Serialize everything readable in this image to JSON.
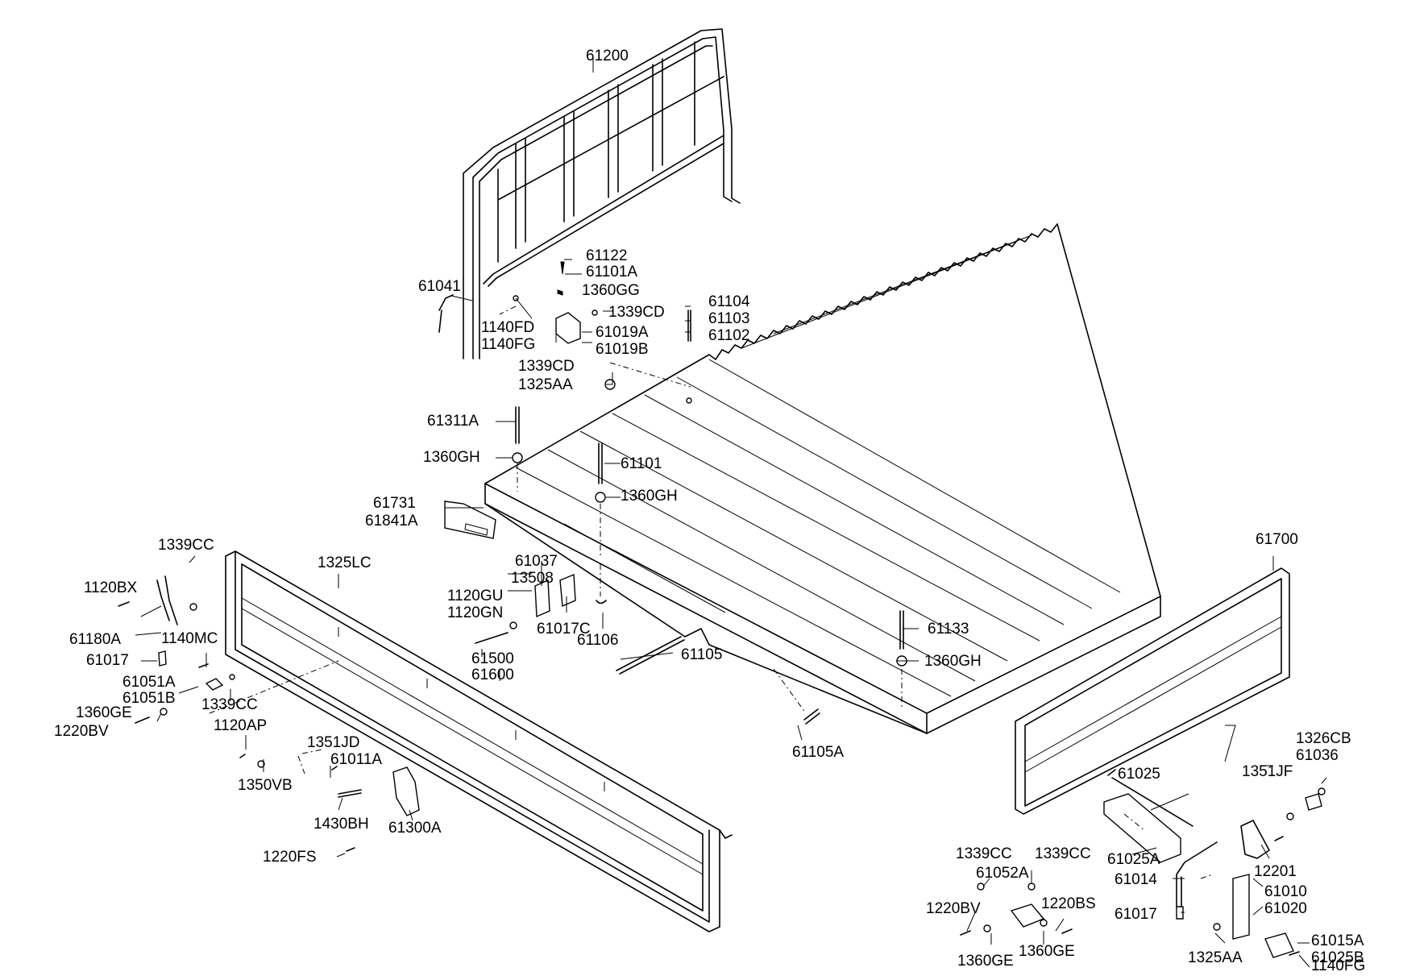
{
  "diagram": {
    "colors": {
      "line": "#000000",
      "background": "#ffffff"
    },
    "labels": [
      "61200",
      "61041",
      "61122",
      "61101A",
      "1360GG",
      "1140FD",
      "1140FG",
      "1339CD",
      "61019A",
      "61019B",
      "1339CD",
      "1325AA",
      "61104",
      "61103",
      "61102",
      "61311A",
      "1360GH",
      "61101",
      "1360GH",
      "61731",
      "61841A",
      "1339CC",
      "1120BX",
      "61180A",
      "61017",
      "1140MC",
      "61051A",
      "61051B",
      "1339CC",
      "1360GE",
      "1220BV",
      "1120AP",
      "1350VB",
      "1325LC",
      "61037",
      "13508",
      "1120GU",
      "1120GN",
      "61017C",
      "61106",
      "61500",
      "61600",
      "61105",
      "1351JD",
      "61011A",
      "1430BH",
      "61300A",
      "1220FS",
      "61133",
      "1360GH",
      "61105A",
      "61700",
      "1326CB",
      "61036",
      "1351JF",
      "61025",
      "61025A",
      "61014",
      "12201",
      "61010",
      "61020",
      "61017",
      "1339CC",
      "61052A",
      "1339CC",
      "1220BV",
      "1220BS",
      "1360GE",
      "1360GE",
      "1325AA",
      "61015A",
      "61025B",
      "1140FG"
    ]
  }
}
